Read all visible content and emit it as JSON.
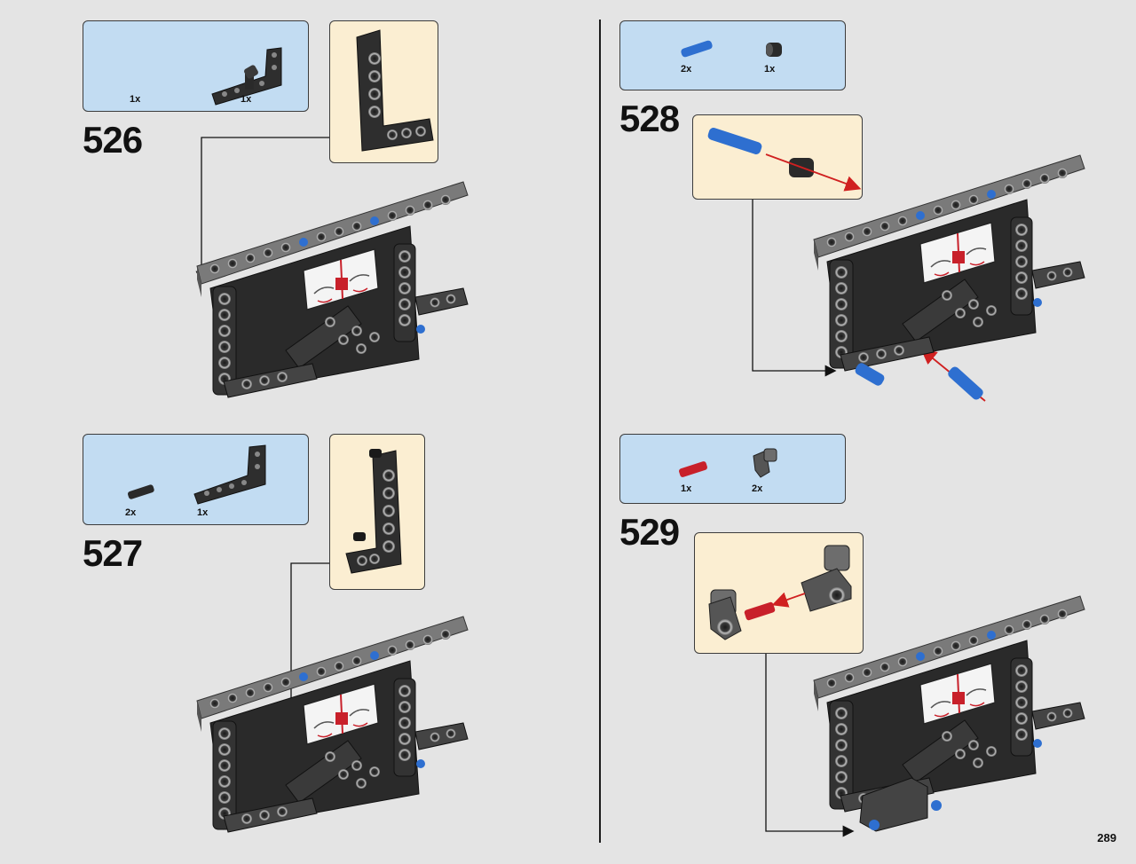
{
  "page": {
    "number": "289"
  },
  "steps": [
    {
      "id": "526",
      "number": "526",
      "parts": [
        {
          "qty": "1x",
          "icon": "l-beam-icon"
        },
        {
          "qty": "1x",
          "icon": "angle-connector-icon"
        }
      ]
    },
    {
      "id": "527",
      "number": "527",
      "parts": [
        {
          "qty": "2x",
          "icon": "axle-pin-icon"
        },
        {
          "qty": "1x",
          "icon": "l-beam-icon"
        }
      ]
    },
    {
      "id": "528",
      "number": "528",
      "parts": [
        {
          "qty": "2x",
          "icon": "blue-pin-icon"
        },
        {
          "qty": "1x",
          "icon": "bush-icon"
        }
      ]
    },
    {
      "id": "529",
      "number": "529",
      "parts": [
        {
          "qty": "1x",
          "icon": "red-axle-icon"
        },
        {
          "qty": "2x",
          "icon": "angle-connector-icon"
        }
      ]
    }
  ],
  "colors": {
    "parts_panel": "#c2dcf2",
    "callout_panel": "#fbeed2",
    "model_dark": "#2a2a2a",
    "model_grey": "#6d6d6d",
    "pin_blue": "#2e6fd0",
    "axle_red": "#c8202a",
    "arrow_red": "#d02020"
  }
}
